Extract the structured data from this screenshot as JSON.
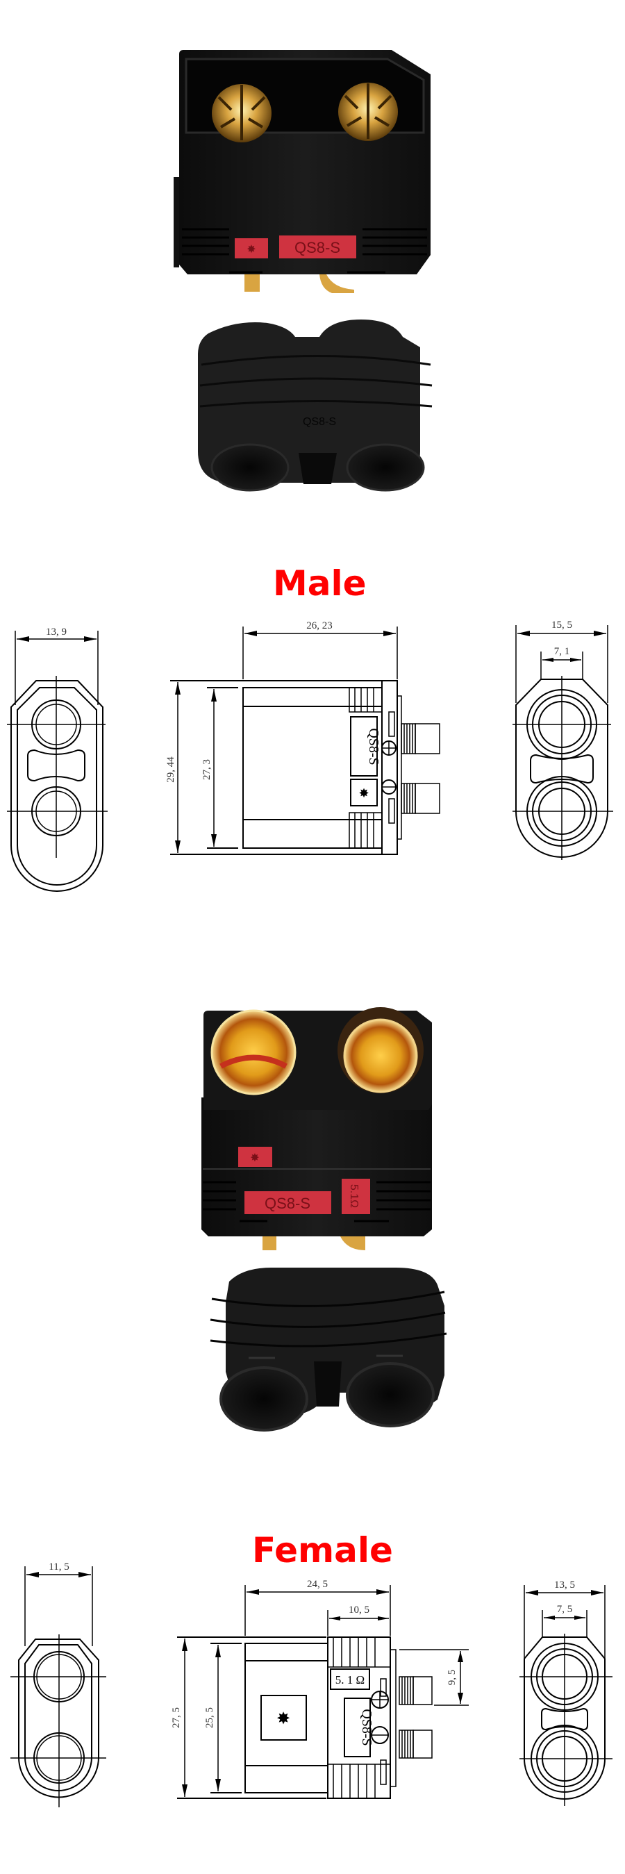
{
  "male_section": {
    "title": "Male",
    "photo_connector": {
      "label_model": "QS8-S",
      "logo": "brand-logo"
    },
    "photo_cap": {
      "engraving": "QS8-S"
    },
    "drawing_left": {
      "width": "13, 9"
    },
    "drawing_side": {
      "length": "26, 23",
      "height_outer": "29, 44",
      "height_inner": "27, 3",
      "label": "QS8-S"
    },
    "drawing_right": {
      "width": "15, 5",
      "inner_width": "7, 1"
    }
  },
  "female_section": {
    "title": "Female",
    "photo_connector": {
      "label_model": "QS8-S",
      "label_resistor": "5.1Ω",
      "logo": "brand-logo"
    },
    "photo_cap": {},
    "drawing_left": {
      "width": "11, 5"
    },
    "drawing_side": {
      "length": "24, 5",
      "rib_length": "10, 5",
      "height_outer": "27, 5",
      "height_inner": "25, 5",
      "pin_spacing": "9, 5",
      "label": "QS8-S",
      "resistor": "5. 1 Ω"
    },
    "drawing_right": {
      "width": "13, 5",
      "inner_width": "7, 5"
    }
  },
  "colors": {
    "title_red": "#ff0000",
    "label_red": "#cf3340",
    "housing_black": "#141414",
    "gold": "#d9a441"
  }
}
